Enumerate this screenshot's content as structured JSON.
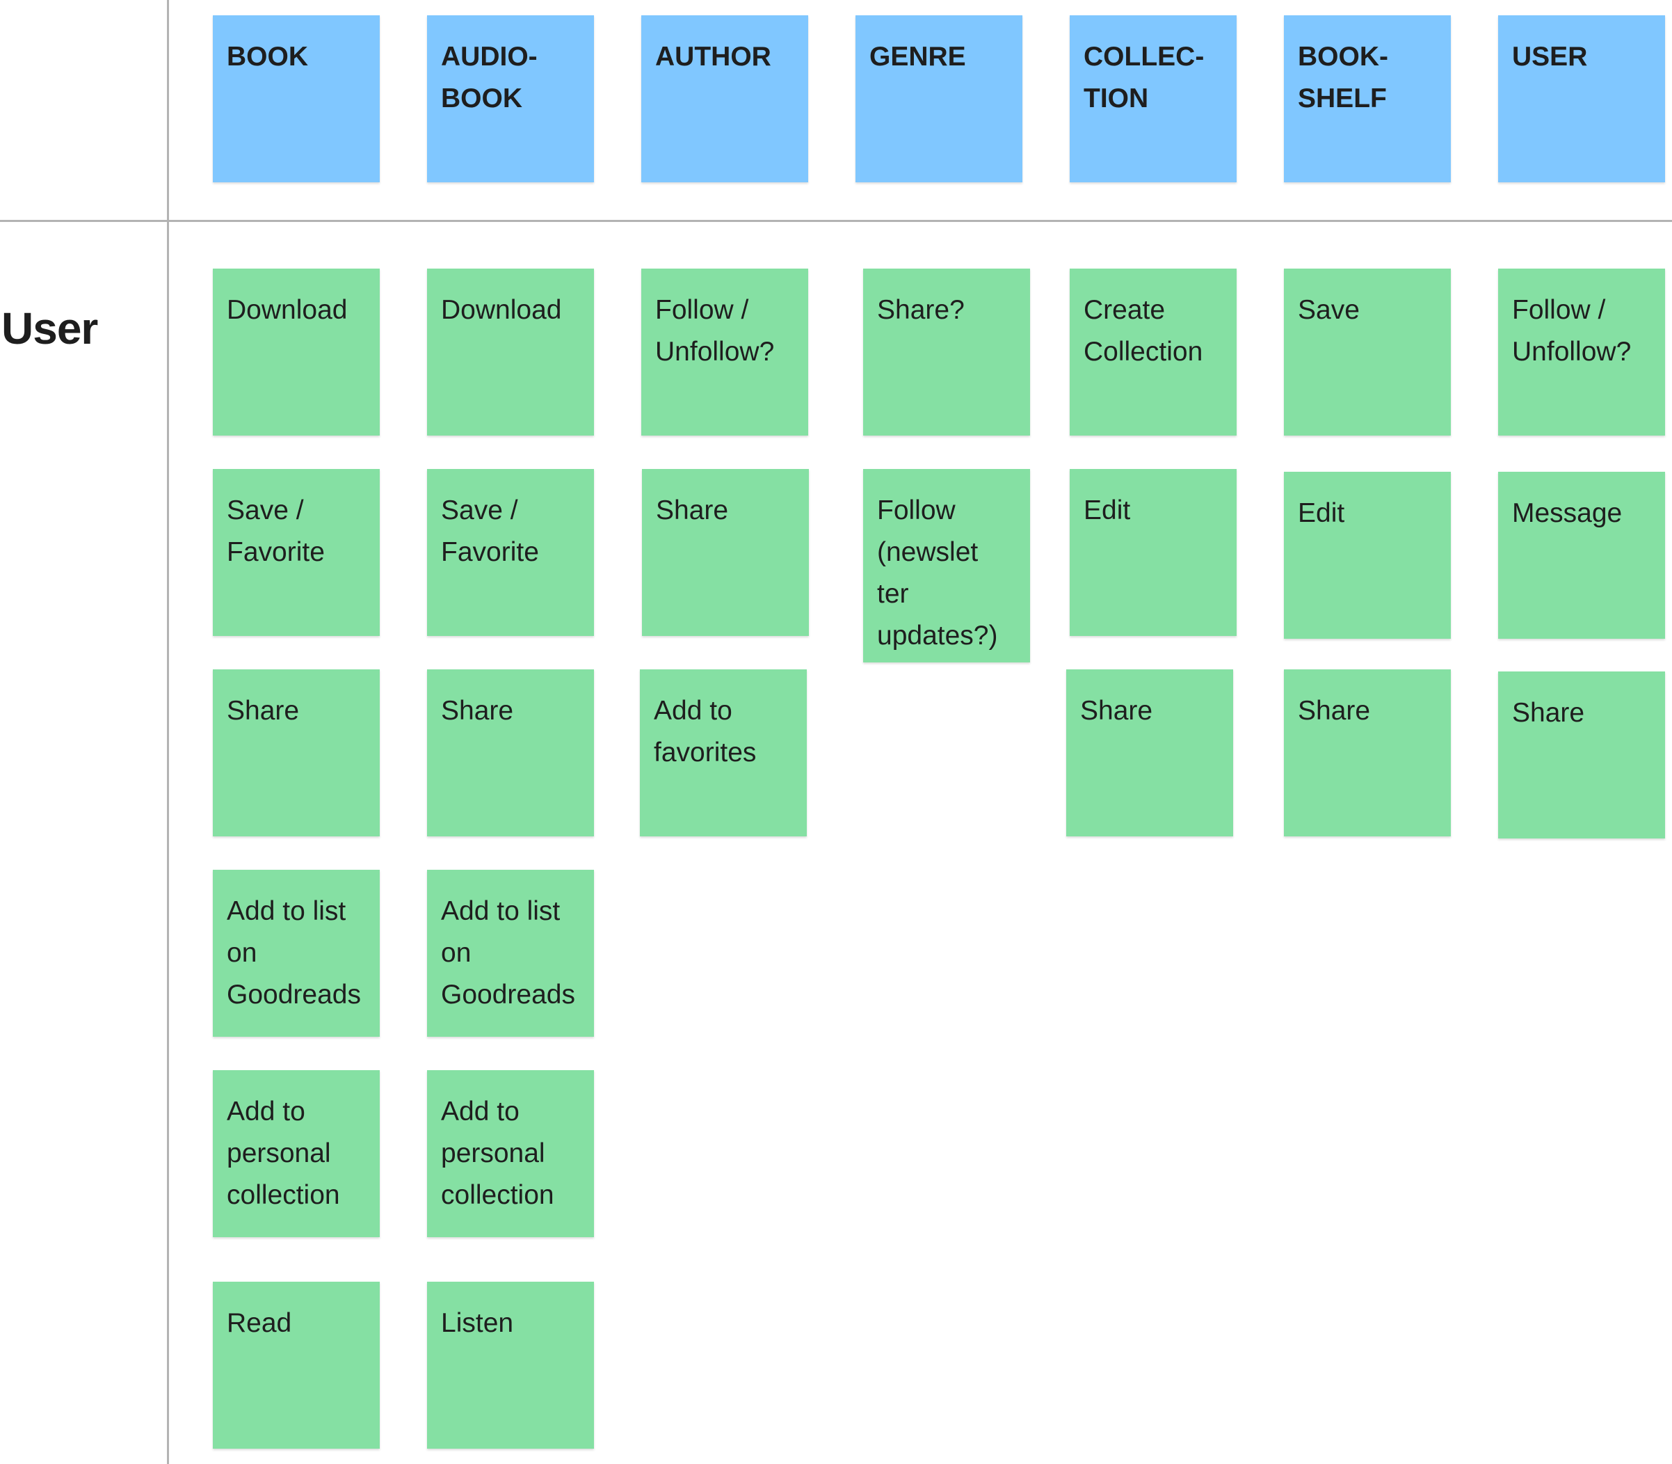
{
  "row_label": "User",
  "colors": {
    "header_sticky": "#80c7ff",
    "action_sticky": "#85e0a3",
    "divider": "#b3b3b3"
  },
  "headers": [
    "BOOK",
    "AUDIO-\nBOOK",
    "AUTHOR",
    "GENRE",
    "COLLEC-\nTION",
    "BOOK-\nSHELF",
    "USER"
  ],
  "columns": [
    {
      "entity": "BOOK",
      "actions": [
        "Download",
        "Save /\nFavorite",
        "Share",
        "Add to list\non\nGoodreads",
        "Add to\npersonal\ncollection",
        "Read"
      ]
    },
    {
      "entity": "AUDIO-BOOK",
      "actions": [
        "Download",
        "Save /\nFavorite",
        "Share",
        "Add to list\non\nGoodreads",
        "Add to\npersonal\ncollection",
        "Listen"
      ]
    },
    {
      "entity": "AUTHOR",
      "actions": [
        "Follow /\nUnfollow?",
        "Share",
        "Add to\nfavorites"
      ]
    },
    {
      "entity": "GENRE",
      "actions": [
        "Share?",
        "Follow\n(newslet\nter\nupdates?)"
      ]
    },
    {
      "entity": "COLLECTION",
      "actions": [
        "Create\nCollection",
        "Edit",
        "Share"
      ]
    },
    {
      "entity": "BOOKSHELF",
      "actions": [
        "Save",
        "Edit",
        "Share"
      ]
    },
    {
      "entity": "USER",
      "actions": [
        "Follow /\nUnfollow?",
        "Message",
        "Share"
      ]
    }
  ]
}
